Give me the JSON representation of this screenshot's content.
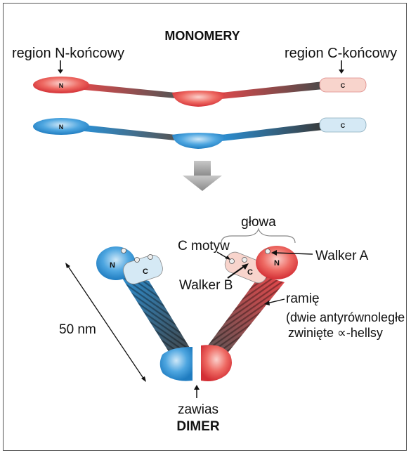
{
  "title_top": "MONOMERY",
  "title_bottom": "DIMER",
  "labels": {
    "n_region": "region N-końcowy",
    "c_region": "region C-końcowy",
    "head": "głowa",
    "c_motif": "C motyw",
    "walker_a": "Walker A",
    "walker_b": "Walker B",
    "arm": "ramię",
    "arm_desc_1": "(dwie antyrównoległe",
    "arm_desc_2": "zwinięte ∝-hellsy",
    "length": "50 nm",
    "hinge": "zawias"
  },
  "domain_letters": {
    "n": "N",
    "c": "C"
  },
  "colors": {
    "red": "#e8474a",
    "red_light": "#f6c7bf",
    "blue": "#2b8fd3",
    "blue_light": "#d5e9f5",
    "dark": "#555555",
    "arrow": "#9a9a9a"
  }
}
